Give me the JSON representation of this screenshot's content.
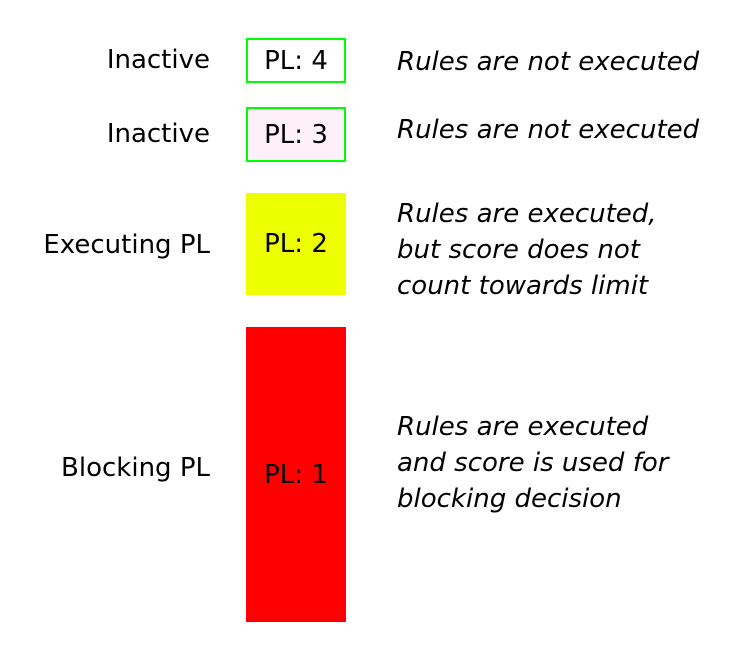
{
  "background": "#ffffff",
  "text_color": "#000000",
  "levels": [
    {
      "id": "pl4",
      "label": "Inactive",
      "box_text": "PL: 4",
      "description": "Rules are not executed",
      "box_fill": "#ffffff",
      "box_border": "#00ff00"
    },
    {
      "id": "pl3",
      "label": "Inactive",
      "box_text": "PL: 3",
      "description": "Rules are not executed",
      "box_fill": "#fdf0f8",
      "box_border": "#00ff00"
    },
    {
      "id": "pl2",
      "label": "Executing PL",
      "box_text": "PL: 2",
      "description": "Rules are executed,\nbut score does not\ncount towards limit",
      "box_fill": "#eeff00",
      "box_border": null
    },
    {
      "id": "pl1",
      "label": "Blocking PL",
      "box_text": "PL: 1",
      "description": "Rules are executed\nand score is used for\nblocking decision",
      "box_fill": "#ff0000",
      "box_border": null
    }
  ]
}
